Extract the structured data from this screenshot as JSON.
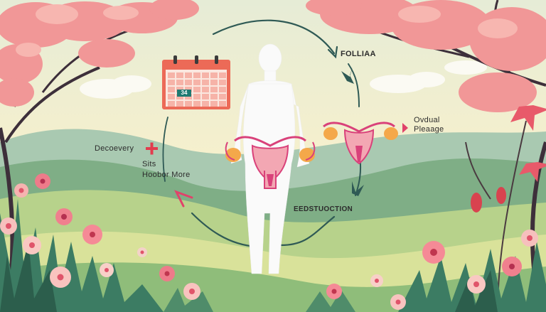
{
  "diagram": {
    "labels": {
      "follicular": "FOLLIAA",
      "ovulation_line1": "Ovdual",
      "ovulation_line2": "Pleaage",
      "discovery": "Decoevery",
      "sits": "Sits",
      "hoobor": "Hoobor More",
      "reproduction": "EEDSTUOCTION",
      "calendar_day": "34"
    },
    "colors": {
      "sky_top": "#e8ecd4",
      "sky_bottom": "#f6efc9",
      "blossom": "#f08f8f",
      "uterus": "#f3a7b3",
      "tube": "#d9417a",
      "ovary": "#f4a84a",
      "arrow_teal": "#2f5a55",
      "arrow_pink": "#e0426a",
      "calendar_red": "#ec6a57",
      "calendar_cell": "#f6b3a8",
      "calendar_highlight": "#1e7a72",
      "plus_red": "#e23c4e",
      "hill_dark": "#6fa07c",
      "hill_light": "#b9d38a",
      "grass": "#3c7c63",
      "body_white": "#fafafa"
    },
    "icons": [
      "calendar-icon",
      "plus-icon",
      "uterus-icon",
      "arrow-icon",
      "flower-icon",
      "tree-icon"
    ]
  }
}
